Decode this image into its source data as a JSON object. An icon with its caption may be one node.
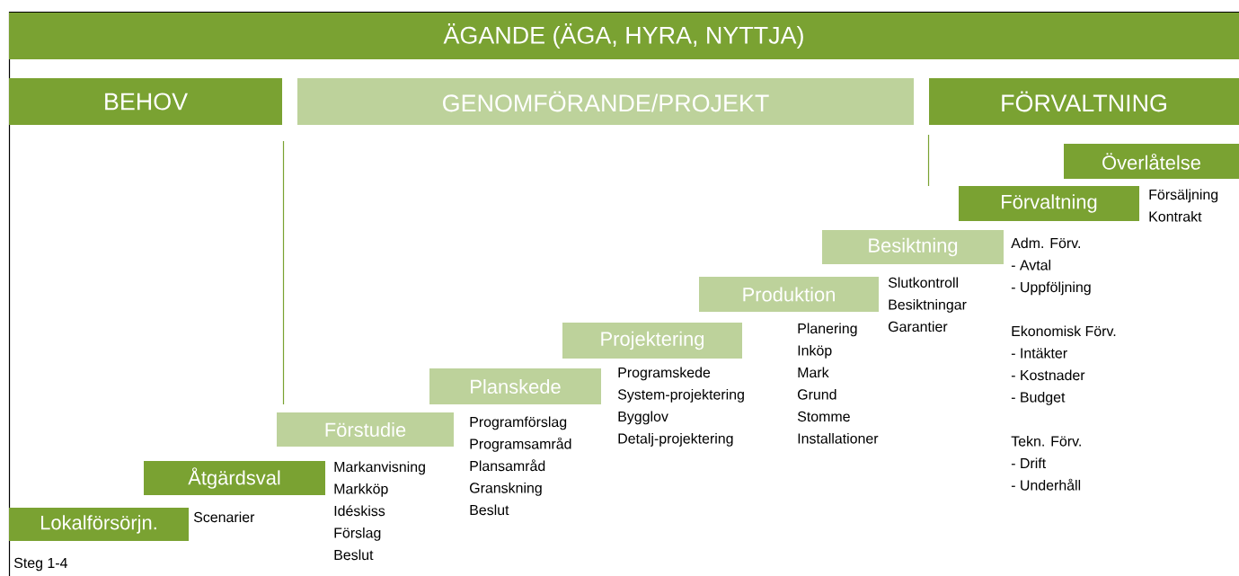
{
  "diagram": {
    "nodes": [
      {
        "text": [
          "ÄGANDE (ÄGA, HYRA, NYTTJA)"
        ]
      },
      {
        "text": [
          "BEHOV"
        ]
      },
      {
        "text": [
          "GENOMFÖRANDE/PROJEKT"
        ]
      },
      {
        "text": [
          "FÖRVALTNING"
        ]
      },
      {
        "text": [
          "Lokalförsörjn."
        ],
        "beside": [
          "Scenarier"
        ]
      },
      {
        "text": [
          "Åtgärdsval"
        ],
        "beside": [
          "Markanvisning",
          "Markköp",
          "Idéskiss",
          "Förslag",
          "Beslut"
        ]
      },
      {
        "text": [
          "Förstudie"
        ],
        "beside": [
          "Programförslag",
          "Programsamråd",
          "Plansamråd",
          "Granskning",
          "Beslut"
        ]
      },
      {
        "text": [
          "Planskede"
        ],
        "beside": [
          "Programskede",
          "System-projektering",
          "Bygglov",
          "Detalj-projektering"
        ]
      },
      {
        "text": [
          "Projektering"
        ],
        "beside": [
          "Planering",
          "Inköp",
          "Mark",
          "Grund",
          "Stomme",
          "Installationer"
        ]
      },
      {
        "text": [
          "Produktion"
        ],
        "beside": [
          "Slutkontroll",
          "Besiktningar",
          "Garantier"
        ]
      },
      {
        "text": [
          "Besiktning"
        ],
        "beside": [
          "Adm. Förv.",
          "- Avtal",
          "- Uppföljning",
          "Ekonomisk Förv.",
          "- Intäkter",
          "- Kostnader",
          "- Budget",
          "Tekn. Förv.",
          "- Drift",
          "- Underhåll"
        ]
      },
      {
        "text": [
          "Förvaltning"
        ],
        "beside": [
          "Försäljning",
          "Kontrakt"
        ]
      },
      {
        "text": [
          "Överlåtelse"
        ]
      }
    ],
    "labels": [
      "Steg 1-4"
    ]
  }
}
